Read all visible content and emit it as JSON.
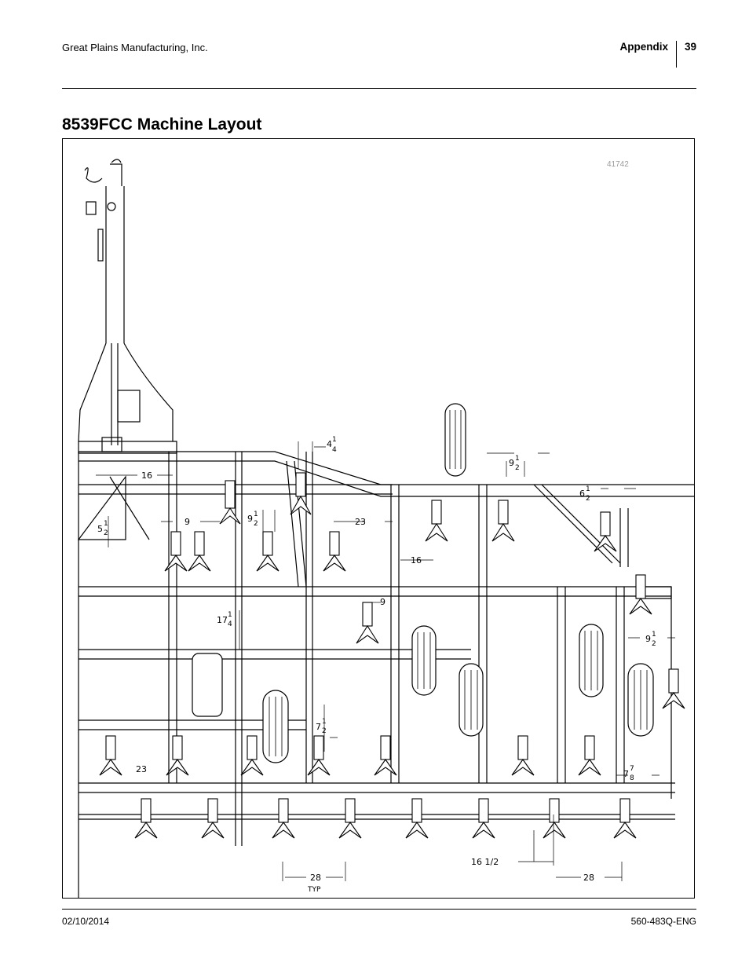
{
  "header": {
    "company": "Great Plains Manufacturing, Inc.",
    "section": "Appendix",
    "page": "39"
  },
  "title": "8539FCC Machine Layout",
  "figure": {
    "number": "41742",
    "dims": {
      "d_4_1_4": "4",
      "d_16_top": "16",
      "d_9_left": "9",
      "d_9_1_2_a": "9",
      "d_23_top": "23",
      "d_5_1_2": "5",
      "d_16_mid": "16",
      "d_9_1_2_b": "9",
      "d_6_1_2": "6",
      "d_9_mid": "9",
      "d_17_1_4": "17",
      "d_9_1_2_c": "9",
      "d_7_1_2": "7",
      "d_23_low": "23",
      "d_7_7_8": "7",
      "d_28_left": "28",
      "typ": "TYP",
      "d_16_half": "16 1/2",
      "d_28_right": "28"
    }
  },
  "footer": {
    "date": "02/10/2014",
    "doc_number": "560-483Q-ENG"
  }
}
